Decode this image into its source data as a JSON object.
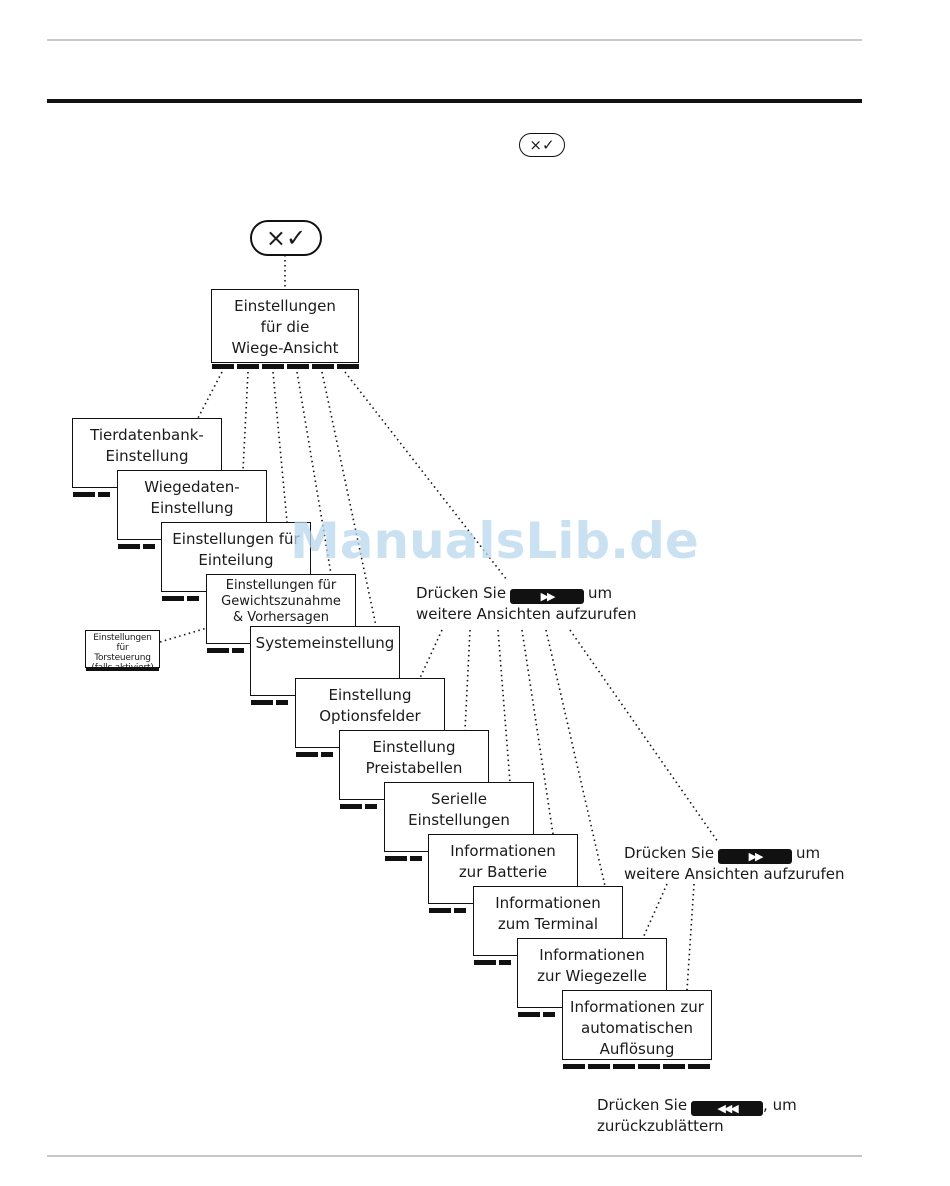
{
  "header": {
    "button_glyphs": "×✓"
  },
  "root": {
    "button_glyphs": "×✓",
    "title": "Einstellungen\nfür die\nWiege-Ansicht"
  },
  "screens": [
    {
      "id": "tierdatenbank",
      "label": "Tierdatenbank-\nEinstellung"
    },
    {
      "id": "wiegedaten",
      "label": "Wiegedaten-\nEinstellung"
    },
    {
      "id": "einteilung",
      "label": "Einstellungen für\nEinteilung"
    },
    {
      "id": "gewichtszunahme",
      "label": "Einstellungen für\nGewichtszunahme\n& Vorhersagen"
    },
    {
      "id": "torsteuerung",
      "label": "Einstellungen für\nTorsteuerung\n(falls aktiviert)"
    },
    {
      "id": "system",
      "label": "Systemeinstellung"
    },
    {
      "id": "optionsfelder",
      "label": "Einstellung\nOptionsfelder"
    },
    {
      "id": "preistabellen",
      "label": "Einstellung\nPreistabellen"
    },
    {
      "id": "seriell",
      "label": "Serielle\nEinstellungen"
    },
    {
      "id": "batterie",
      "label": "Informationen\nzur Batterie"
    },
    {
      "id": "terminal",
      "label": "Informationen\nzum Terminal"
    },
    {
      "id": "wiegezelle",
      "label": "Informationen\nzur Wiegezelle"
    },
    {
      "id": "aufloesung",
      "label": "Informationen zur\nautomatischen\nAuflösung"
    }
  ],
  "notes": {
    "next1": {
      "pre": "Drücken Sie",
      "key": "▶▶",
      "post": "um",
      "line2": "weitere Ansichten aufzurufen"
    },
    "next2": {
      "pre": "Drücken Sie",
      "key": "▶▶",
      "post": "um",
      "line2": "weitere Ansichten aufzurufen"
    },
    "back": {
      "pre": "Drücken Sie",
      "key": "◀◀◀",
      "post": ", um",
      "line2": "zurückzublättern"
    }
  },
  "watermark": "ManualsLib.de",
  "icons": {
    "cancel": "cross-icon",
    "confirm": "check-icon",
    "next": "fast-forward-icon",
    "back": "rewind-icon"
  }
}
